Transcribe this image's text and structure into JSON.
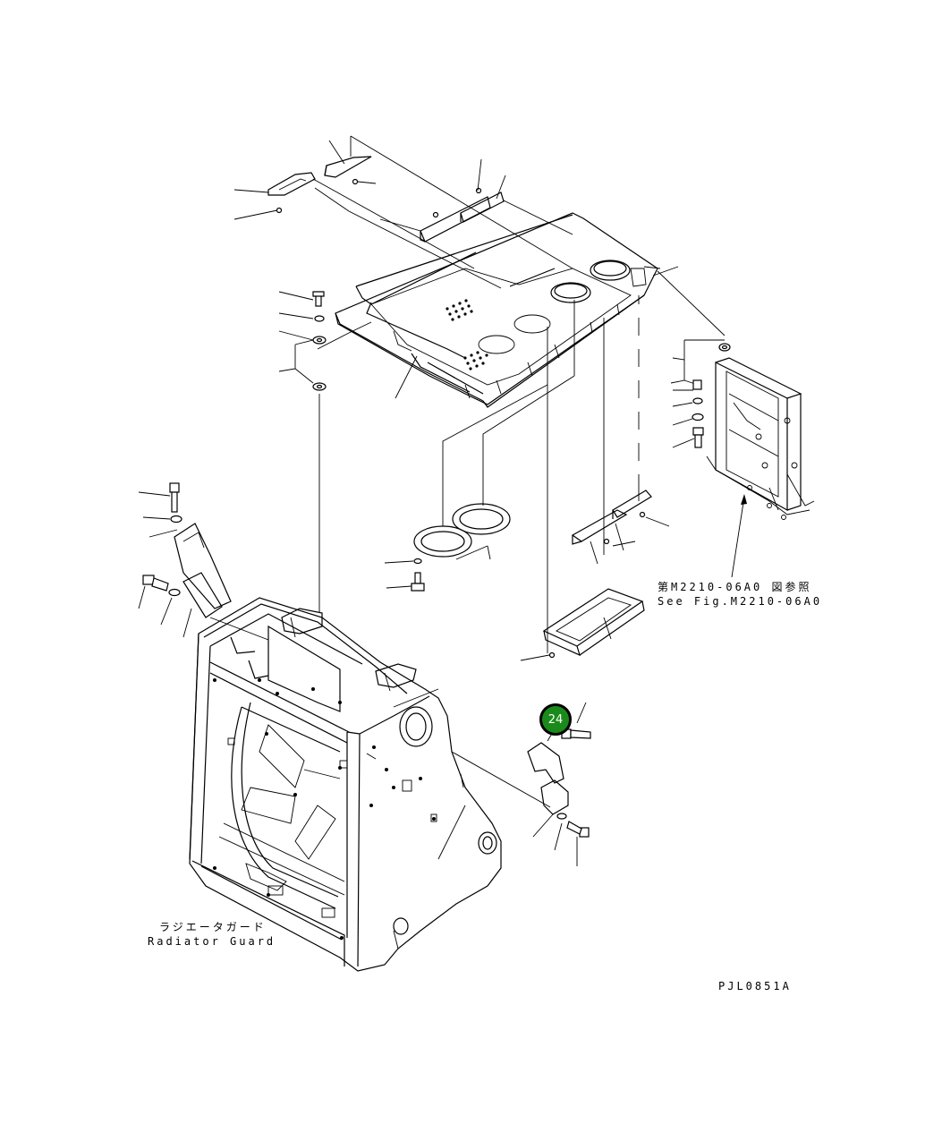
{
  "labels": {
    "see_fig_jp": "第M2210-06A0 図参照",
    "see_fig_en": "See Fig.M2210-06A0",
    "radiator_guard_jp": "ラジエータガード",
    "radiator_guard_en": "Radiator Guard",
    "drawing_id": "PJL0851A"
  },
  "callout": {
    "number": "24",
    "color": "#1a8a1a"
  }
}
